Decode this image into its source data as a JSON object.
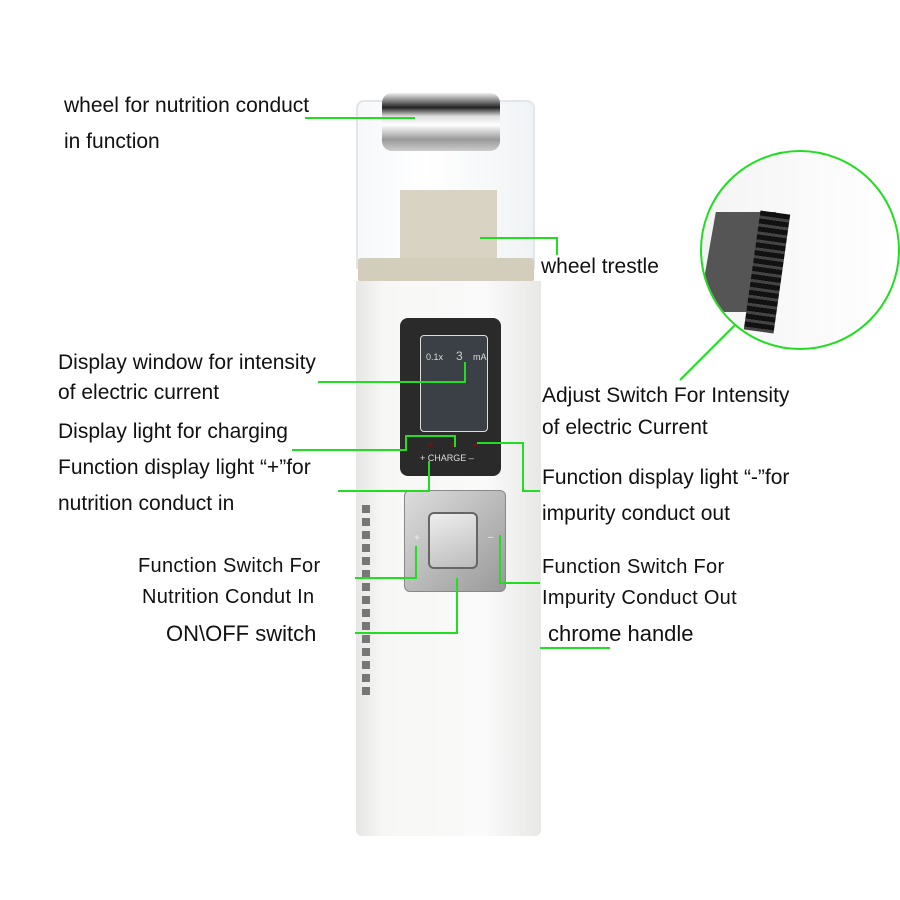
{
  "labels": {
    "wheel": [
      "wheel for nutrition conduct",
      "in function"
    ],
    "trestle": "wheel trestle",
    "display_window": [
      "Display window for intensity",
      "of electric current"
    ],
    "charging_light": "Display light for charging",
    "plus_light": [
      "Function display light “+”for",
      "nutrition conduct in"
    ],
    "minus_light": [
      "Function display light “-”for",
      "impurity conduct out"
    ],
    "adjust_switch": [
      "Adjust Switch For Intensity",
      "of electric Current"
    ],
    "nutrition_switch": [
      "Function Switch For",
      "Nutrition Condut In"
    ],
    "impurity_switch": [
      "Function Switch For",
      "Impurity Conduct Out"
    ],
    "onoff": "ON\\OFF switch",
    "chrome": "chrome handle"
  },
  "device": {
    "screen_unit_left": "0.1x",
    "screen_value": "3",
    "screen_unit_right": "mA",
    "charge_label": "+ CHARGE –",
    "button_plus": "+",
    "button_minus": "–"
  },
  "colors": {
    "leader": "#22dd22",
    "body": "#f4f4f2",
    "beige": "#d8d3c2",
    "panel": "#2a2a2a"
  }
}
